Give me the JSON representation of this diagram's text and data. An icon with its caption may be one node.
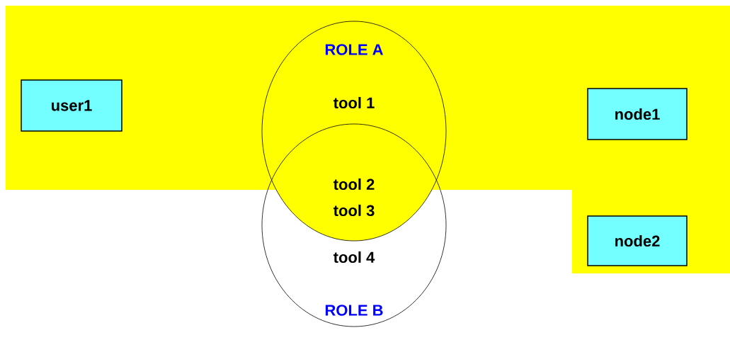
{
  "diagram": {
    "nodes": [
      {
        "text": [
          "user1"
        ]
      },
      {
        "text": [
          "ROLE A",
          "tool 1"
        ]
      },
      {
        "text": [
          "node1"
        ]
      },
      {
        "text": [
          "tool 4",
          "ROLE B"
        ]
      },
      {
        "text": [
          "node2"
        ]
      }
    ],
    "labels": [
      "tool 2",
      "tool 3"
    ]
  }
}
